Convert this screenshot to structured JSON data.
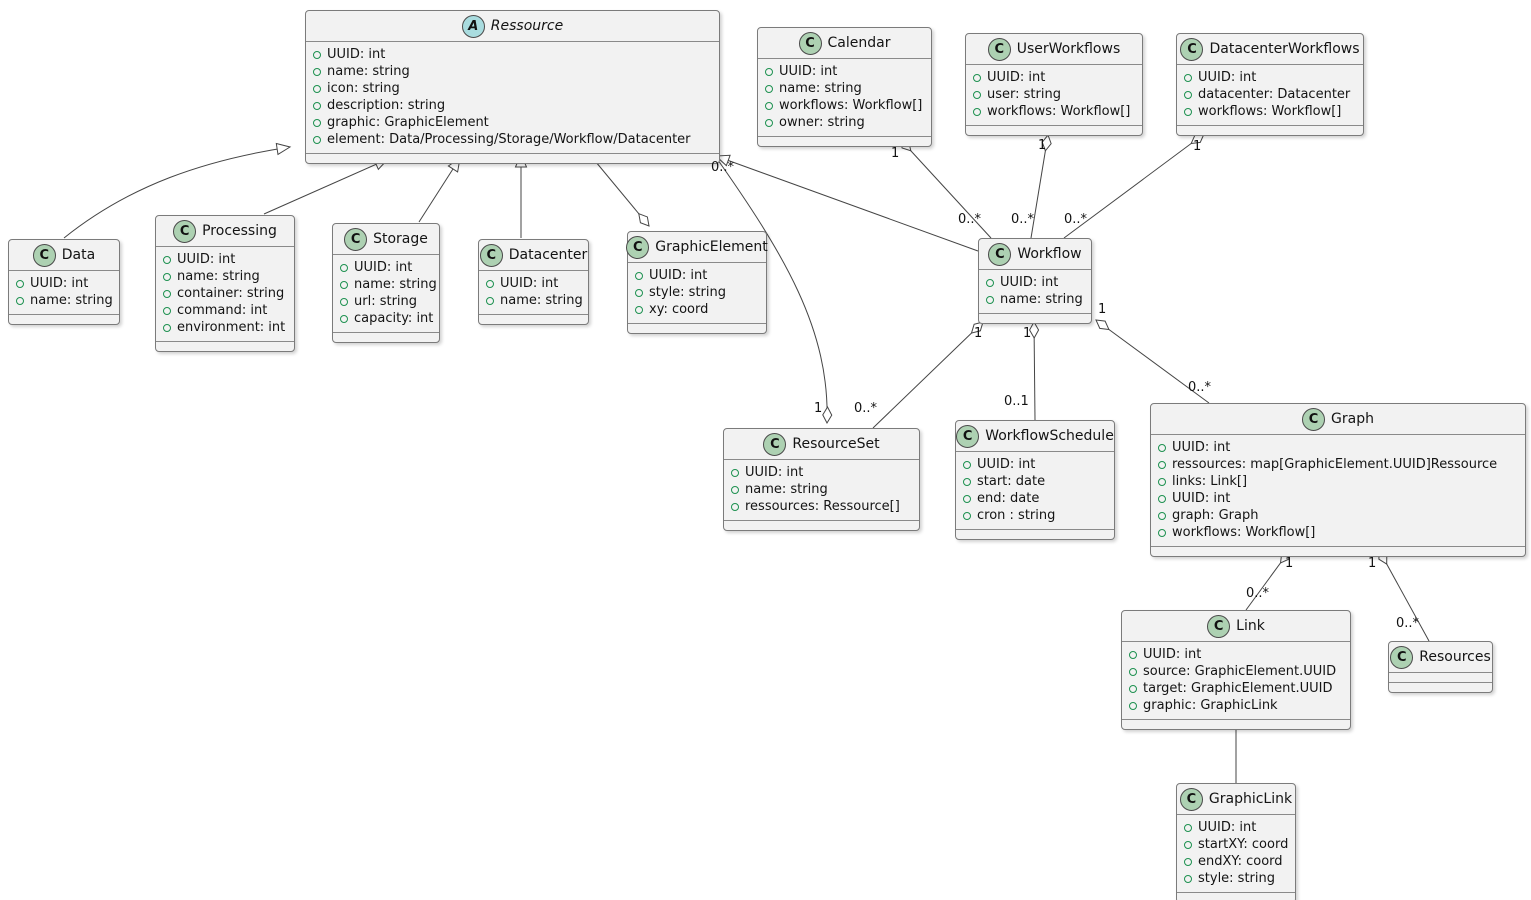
{
  "diagram_title": "Workflow resource model UML class diagram",
  "colors": {
    "class_badge": "#ADD1B2",
    "abstract_badge": "#A9DCDF",
    "box_fill": "#F2F2F2",
    "box_border": "#7B7B7B",
    "line": "#454545",
    "field_icon_green": "#1D9150"
  },
  "classes": {
    "ressource": {
      "badge": "A",
      "name": "Ressource",
      "attrs": [
        "UUID: int",
        "name: string",
        "icon: string",
        "description: string",
        "graphic: GraphicElement",
        "element: Data/Processing/Storage/Workflow/Datacenter"
      ]
    },
    "calendar": {
      "badge": "C",
      "name": "Calendar",
      "attrs": [
        "UUID: int",
        "name: string",
        "workflows: Workflow[]",
        "owner: string"
      ]
    },
    "userworkflows": {
      "badge": "C",
      "name": "UserWorkflows",
      "attrs": [
        "UUID: int",
        "user: string",
        "workflows: Workflow[]"
      ]
    },
    "datacenterworkflows": {
      "badge": "C",
      "name": "DatacenterWorkflows",
      "attrs": [
        "UUID: int",
        "datacenter: Datacenter",
        "workflows: Workflow[]"
      ]
    },
    "data": {
      "badge": "C",
      "name": "Data",
      "attrs": [
        "UUID: int",
        "name: string"
      ]
    },
    "processing": {
      "badge": "C",
      "name": "Processing",
      "attrs": [
        "UUID: int",
        "name: string",
        "container: string",
        "command: int",
        "environment: int"
      ]
    },
    "storage": {
      "badge": "C",
      "name": "Storage",
      "attrs": [
        "UUID: int",
        "name: string",
        "url: string",
        "capacity: int"
      ]
    },
    "datacenter": {
      "badge": "C",
      "name": "Datacenter",
      "attrs": [
        "UUID: int",
        "name: string"
      ]
    },
    "graphicelement": {
      "badge": "C",
      "name": "GraphicElement",
      "attrs": [
        "UUID: int",
        "style: string",
        "xy: coord"
      ]
    },
    "workflow": {
      "badge": "C",
      "name": "Workflow",
      "attrs": [
        "UUID: int",
        "name: string"
      ]
    },
    "resourceset": {
      "badge": "C",
      "name": "ResourceSet",
      "attrs": [
        "UUID: int",
        "name: string",
        "ressources: Ressource[]"
      ]
    },
    "workflowschedule": {
      "badge": "C",
      "name": "WorkflowSchedule",
      "attrs": [
        "UUID: int",
        "start: date",
        "end: date",
        "cron : string"
      ]
    },
    "graph": {
      "badge": "C",
      "name": "Graph",
      "attrs": [
        "UUID: int",
        "ressources: map[GraphicElement.UUID]Ressource",
        "links: Link[]",
        "UUID: int",
        "graph: Graph",
        "workflows: Workflow[]"
      ]
    },
    "link": {
      "badge": "C",
      "name": "Link",
      "attrs": [
        "UUID: int",
        "source: GraphicElement.UUID",
        "target: GraphicElement.UUID",
        "graphic: GraphicLink"
      ]
    },
    "resources": {
      "badge": "C",
      "name": "Resources",
      "attrs": []
    },
    "graphiclink": {
      "badge": "C",
      "name": "GraphicLink",
      "attrs": [
        "UUID: int",
        "startXY: coord",
        "endXY: coord",
        "style: string"
      ]
    }
  },
  "relationships": [
    {
      "type": "generalization",
      "from": "Data",
      "to": "Ressource"
    },
    {
      "type": "generalization",
      "from": "Processing",
      "to": "Ressource"
    },
    {
      "type": "generalization",
      "from": "Storage",
      "to": "Ressource"
    },
    {
      "type": "generalization",
      "from": "Datacenter",
      "to": "Ressource"
    },
    {
      "type": "generalization",
      "from": "Workflow",
      "to": "Ressource"
    },
    {
      "type": "aggregation",
      "diamond_at": "GraphicElement",
      "other": "Ressource"
    },
    {
      "type": "aggregation",
      "diamond_at": "ResourceSet",
      "other": "Ressource",
      "mult_diamond": "1",
      "mult_other": "0..*"
    },
    {
      "type": "aggregation",
      "diamond_at": "Calendar",
      "other": "Workflow",
      "mult_diamond": "1",
      "mult_other": "0..*"
    },
    {
      "type": "aggregation",
      "diamond_at": "UserWorkflows",
      "other": "Workflow",
      "mult_diamond": "1",
      "mult_other": "0..*"
    },
    {
      "type": "aggregation",
      "diamond_at": "DatacenterWorkflows",
      "other": "Workflow",
      "mult_diamond": "1",
      "mult_other": "0..*"
    },
    {
      "type": "aggregation",
      "diamond_at": "Workflow",
      "other": "ResourceSet",
      "mult_diamond": "1",
      "mult_other": "0..*"
    },
    {
      "type": "aggregation",
      "diamond_at": "Workflow",
      "other": "WorkflowSchedule",
      "mult_diamond": "1",
      "mult_other": "0..1"
    },
    {
      "type": "aggregation",
      "diamond_at": "Workflow",
      "other": "Graph",
      "mult_diamond": "1",
      "mult_other": "0..*"
    },
    {
      "type": "aggregation",
      "diamond_at": "Graph",
      "other": "Link",
      "mult_diamond": "1",
      "mult_other": "0..*"
    },
    {
      "type": "aggregation",
      "diamond_at": "Graph",
      "other": "Resources",
      "mult_diamond": "1",
      "mult_other": "0..*"
    },
    {
      "type": "association",
      "from": "Link",
      "to": "GraphicLink"
    }
  ]
}
